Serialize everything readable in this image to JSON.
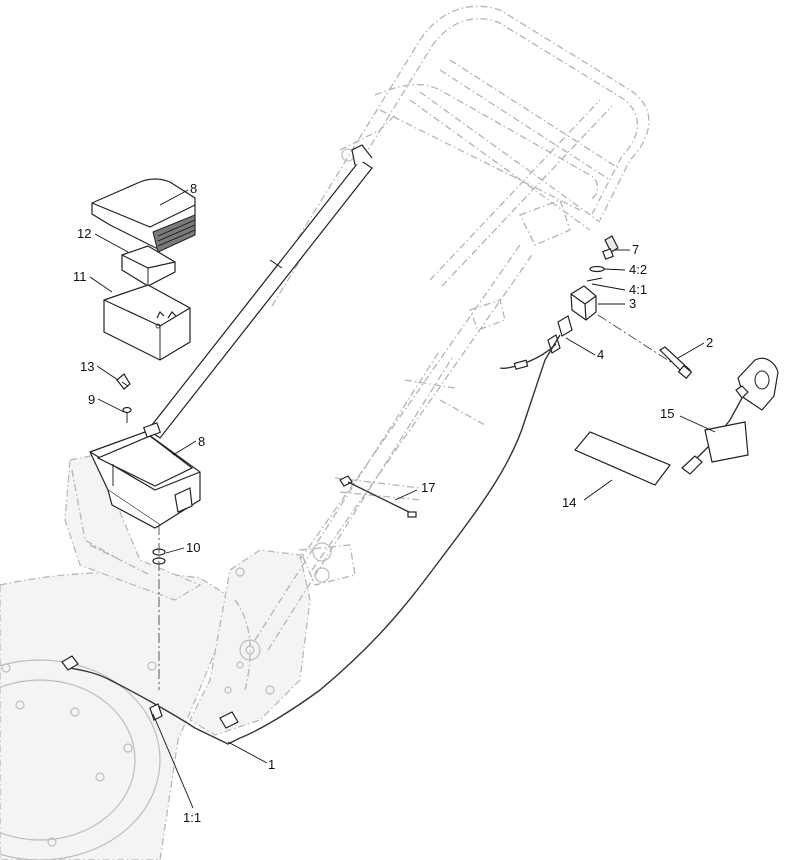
{
  "diagram": {
    "callouts": [
      {
        "id": "8a",
        "label": "8"
      },
      {
        "id": "12",
        "label": "12"
      },
      {
        "id": "11",
        "label": "11"
      },
      {
        "id": "13",
        "label": "13"
      },
      {
        "id": "9",
        "label": "9"
      },
      {
        "id": "8b",
        "label": "8"
      },
      {
        "id": "10",
        "label": "10"
      },
      {
        "id": "7",
        "label": "7"
      },
      {
        "id": "4_2",
        "label": "4:2"
      },
      {
        "id": "4_1",
        "label": "4:1"
      },
      {
        "id": "3",
        "label": "3"
      },
      {
        "id": "4",
        "label": "4"
      },
      {
        "id": "2",
        "label": "2"
      },
      {
        "id": "15",
        "label": "15"
      },
      {
        "id": "14",
        "label": "14"
      },
      {
        "id": "17",
        "label": "17"
      },
      {
        "id": "1",
        "label": "1"
      },
      {
        "id": "1_1",
        "label": "1:1"
      }
    ]
  },
  "colors": {
    "line": "#222222",
    "ghost": "#b4b4b4",
    "background": "#ffffff"
  }
}
